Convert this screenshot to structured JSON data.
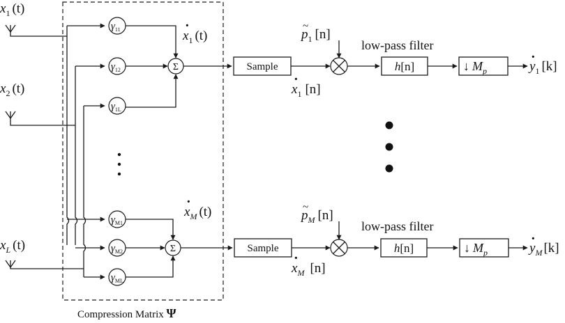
{
  "labels": {
    "x": "x",
    "t": "(t)",
    "sub1": "1",
    "sub2": "2",
    "subL": "L",
    "subM": "M",
    "sub11": "11",
    "sub12": "12",
    "sub1L": "1L",
    "subM1": "M1",
    "subM2": "M2",
    "subML": "ML",
    "gamma": "γ",
    "sigma": "Σ",
    "sample": "Sample",
    "n": "[n]",
    "p": "p",
    "tilde": "~",
    "dot": "·",
    "h": "h",
    "low_pass": "low-pass filter",
    "down": "↓",
    "Mp": "M",
    "p_sub": "p",
    "y": "y",
    "k": "[k]",
    "compression_text": "Compression Matrix ",
    "psi": "Ψ"
  }
}
